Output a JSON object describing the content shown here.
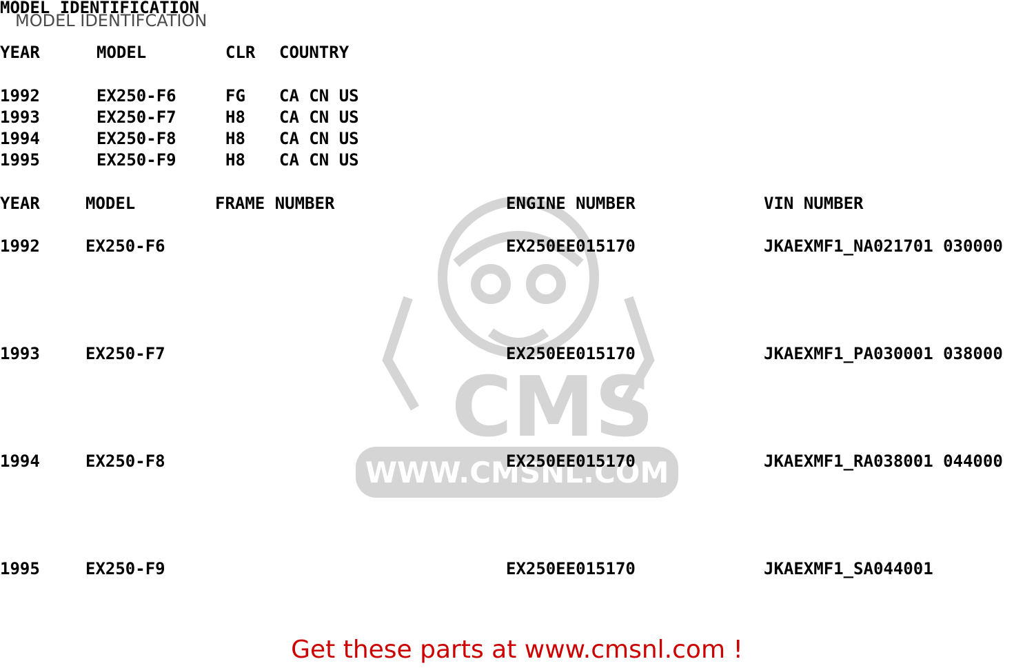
{
  "doc": {
    "title": "MODEL IDENTIFICATION",
    "overlay_title": "MODEL IDENTIFCATION",
    "footer": "Get these parts at www.cmsnl.com !"
  },
  "table1": {
    "headers": [
      "YEAR",
      "MODEL",
      "CLR",
      "COUNTRY"
    ],
    "rows": [
      [
        "1992",
        "EX250-F6",
        "FG",
        "CA CN US"
      ],
      [
        "1993",
        "EX250-F7",
        "H8",
        "CA CN US"
      ],
      [
        "1994",
        "EX250-F8",
        "H8",
        "CA CN US"
      ],
      [
        "1995",
        "EX250-F9",
        "H8",
        "CA CN US"
      ]
    ]
  },
  "table2": {
    "headers": [
      "YEAR",
      "MODEL",
      "FRAME NUMBER",
      "ENGINE NUMBER",
      "VIN NUMBER"
    ],
    "rows": [
      [
        "1992",
        "EX250-F6",
        "",
        "EX250EE015170",
        "JKAEXMF1_NA021701 030000"
      ],
      [
        "1993",
        "EX250-F7",
        "",
        "EX250EE015170",
        "JKAEXMF1_PA030001 038000"
      ],
      [
        "1994",
        "EX250-F8",
        "",
        "EX250EE015170",
        "JKAEXMF1_RA038001 044000"
      ],
      [
        "1995",
        "EX250-F9",
        "",
        "EX250EE015170",
        "JKAEXMF1_SA044001"
      ]
    ]
  },
  "watermark": {
    "logo_text": "CMS",
    "url_text": "WWW.CMSNL.COM",
    "color": "#000000"
  }
}
